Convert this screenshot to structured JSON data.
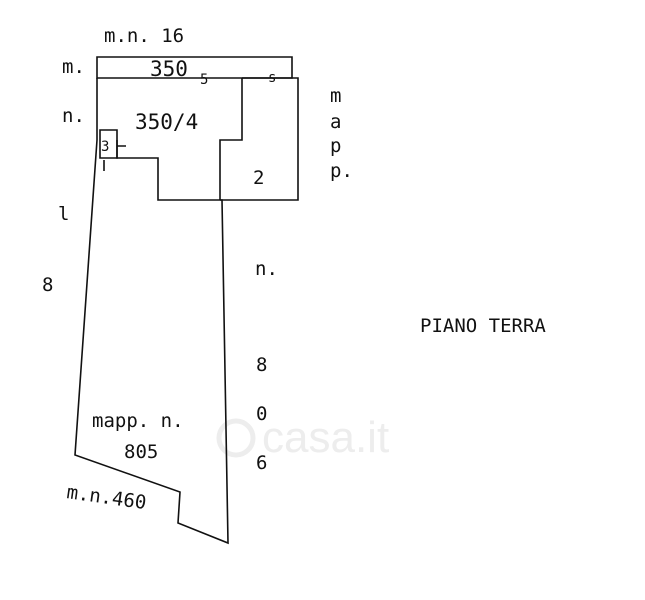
{
  "title": "PIANO TERRA",
  "labels": {
    "top": "m.n. 16",
    "left_m": "m.",
    "left_n": "n.",
    "left_1": "l",
    "left_8": "8",
    "strip_number": "350",
    "strip_s1": "5",
    "strip_s2": "s",
    "main_parcel": "350/4",
    "small_box": "3",
    "right_parcel": "2",
    "right_vertical": [
      "m",
      "a",
      "p",
      "p."
    ],
    "right_n": "n.",
    "right_digits": [
      "8",
      "0",
      "6"
    ],
    "lower_mapp": "mapp. n.",
    "lower_number": "805",
    "bottom": "m.n.460"
  },
  "watermark": "casa.it"
}
